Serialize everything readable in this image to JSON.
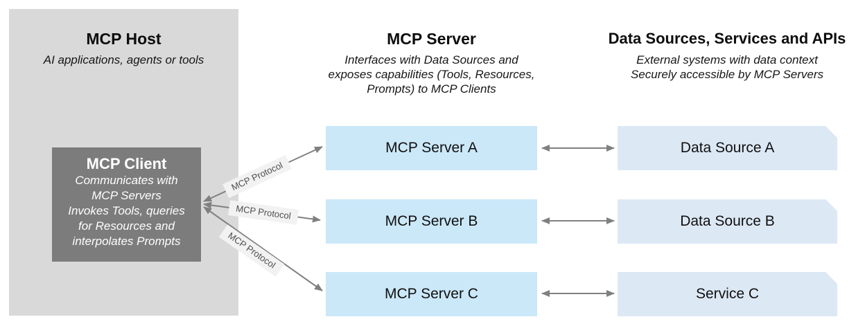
{
  "host": {
    "title": "MCP Host",
    "subtitle": "AI applications, agents or tools",
    "client": {
      "title": "MCP Client",
      "lines": [
        "Communicates with",
        "MCP Servers",
        "Invokes Tools, queries",
        "for Resources and",
        "interpolates Prompts"
      ]
    }
  },
  "server_column": {
    "title": "MCP Server",
    "subtitle_lines": [
      "Interfaces with Data Sources and",
      "exposes capabilities (Tools, Resources,",
      "Prompts) to MCP Clients"
    ],
    "boxes": [
      "MCP Server A",
      "MCP Server B",
      "MCP Server C"
    ]
  },
  "sources_column": {
    "title": "Data Sources, Services and APIs",
    "subtitle_lines": [
      "External systems with data context",
      "Securely accessible by MCP Servers"
    ],
    "boxes": [
      "Data Source A",
      "Data Source B",
      "Service C"
    ]
  },
  "arrows": {
    "protocol_label": "MCP Protocol"
  },
  "colors": {
    "host_panel": "#d9d9d9",
    "client_box": "#7c7c7c",
    "server_box": "#cbe8f8",
    "source_box": "#dde8f5",
    "arrow": "#808080",
    "chip_background": "#f2f2f2",
    "chip_text": "#4f4f4f"
  }
}
